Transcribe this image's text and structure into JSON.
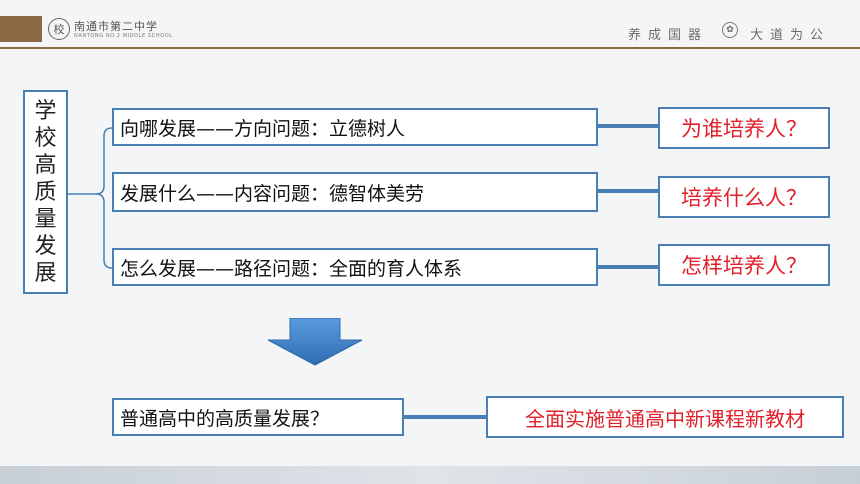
{
  "header": {
    "school_name": "南通市第二中学",
    "school_sub": "NANTONG NO.2 MIDDLE SCHOOL",
    "motto_left": "养成国器",
    "motto_right": "大道为公",
    "logo_icon": "school-seal-icon"
  },
  "title_chars": [
    "学",
    "校",
    "高",
    "质",
    "量",
    "发",
    "展"
  ],
  "rows": [
    {
      "question": "向哪发展——方向问题：立德树人",
      "answer": "为谁培养人？"
    },
    {
      "question": "发展什么——内容问题：德智体美劳",
      "answer": "培养什么人？"
    },
    {
      "question": "怎么发展——路径问题：全面的育人体系",
      "answer": "怎样培养人？"
    }
  ],
  "bottom": {
    "question": "普通高中的高质量发展？",
    "answer": "全面实施普通高中新课程新教材"
  },
  "colors": {
    "frame_blue": "#4a7fb5",
    "answer_red": "#e0202a",
    "accent_brown": "#8a6a45",
    "arrow_blue": "#3f7fc4"
  }
}
